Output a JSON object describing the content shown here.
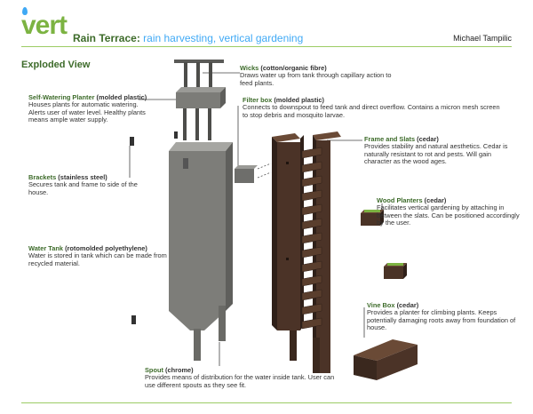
{
  "header": {
    "logo": "vert",
    "title": "Rain Terrace:",
    "subtitle": "rain harvesting, vertical gardening",
    "author": "Michael Tampilic"
  },
  "section_title": "Exploded View",
  "annotations": {
    "wicks": {
      "name": "Wicks",
      "material": "(cotton/organic fibre)",
      "desc": "Draws water up from tank through capillary action to feed plants."
    },
    "planter": {
      "name": "Self-Watering Planter",
      "material": "(molded plastic)",
      "desc": "Houses plants for automatic watering. Alerts user of water level.  Healthy plants means ample water supply."
    },
    "filter": {
      "name": "Filter box",
      "material": "(molded plastic)",
      "desc": "Connects to downspout to feed tank and direct overflow.  Contains a micron mesh screen to stop debris and mosquito larvae."
    },
    "frame": {
      "name": "Frame and Slats",
      "material": "(cedar)",
      "desc": "Provides stability and natural aesthetics.  Cedar is naturally resistant to rot and pests.  Will gain character as the wood ages."
    },
    "brackets": {
      "name": "Brackets",
      "material": "(stainless steel)",
      "desc": "Secures tank and frame to side of the house."
    },
    "wood_planters": {
      "name": "Wood Planters",
      "material": "(cedar)",
      "desc": "Facilitates vertical gardening by attaching in between the slats.  Can be positioned accordingly by the user."
    },
    "tank": {
      "name": "Water Tank",
      "material": "(rotomolded polyethylene)",
      "desc": "Water is stored in tank which can be made from recycled material."
    },
    "vine_box": {
      "name": "Vine Box",
      "material": "(cedar)",
      "desc": "Provides a planter for climbing plants.  Keeps potentially damaging roots away from foundation of house."
    },
    "spout": {
      "name": "Spout",
      "material": "(chrome)",
      "desc": "Provides means of distribution for the water inside tank.  User can use different spouts as they see fit."
    }
  },
  "colors": {
    "accent_green": "#7cb342",
    "title_green": "#3d6b2a",
    "water_blue": "#3fa9f5",
    "tank_gray": "#7a7a77",
    "cedar": "#4a3326"
  }
}
